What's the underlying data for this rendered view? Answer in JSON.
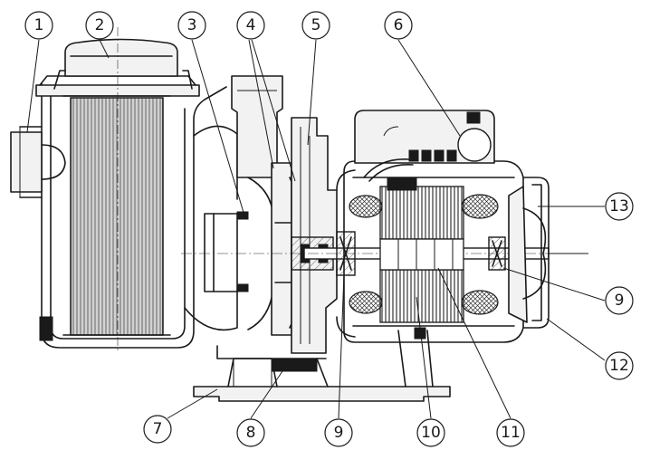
{
  "diagram": {
    "callouts": [
      {
        "id": "c1",
        "label": "1"
      },
      {
        "id": "c2",
        "label": "2"
      },
      {
        "id": "c3",
        "label": "3"
      },
      {
        "id": "c4",
        "label": "4"
      },
      {
        "id": "c5",
        "label": "5"
      },
      {
        "id": "c6",
        "label": "6"
      },
      {
        "id": "c7",
        "label": "7"
      },
      {
        "id": "c8",
        "label": "8"
      },
      {
        "id": "c9a",
        "label": "9"
      },
      {
        "id": "c9b",
        "label": "9"
      },
      {
        "id": "c10",
        "label": "10"
      },
      {
        "id": "c11",
        "label": "11"
      },
      {
        "id": "c12",
        "label": "12"
      },
      {
        "id": "c13",
        "label": "13"
      }
    ]
  }
}
